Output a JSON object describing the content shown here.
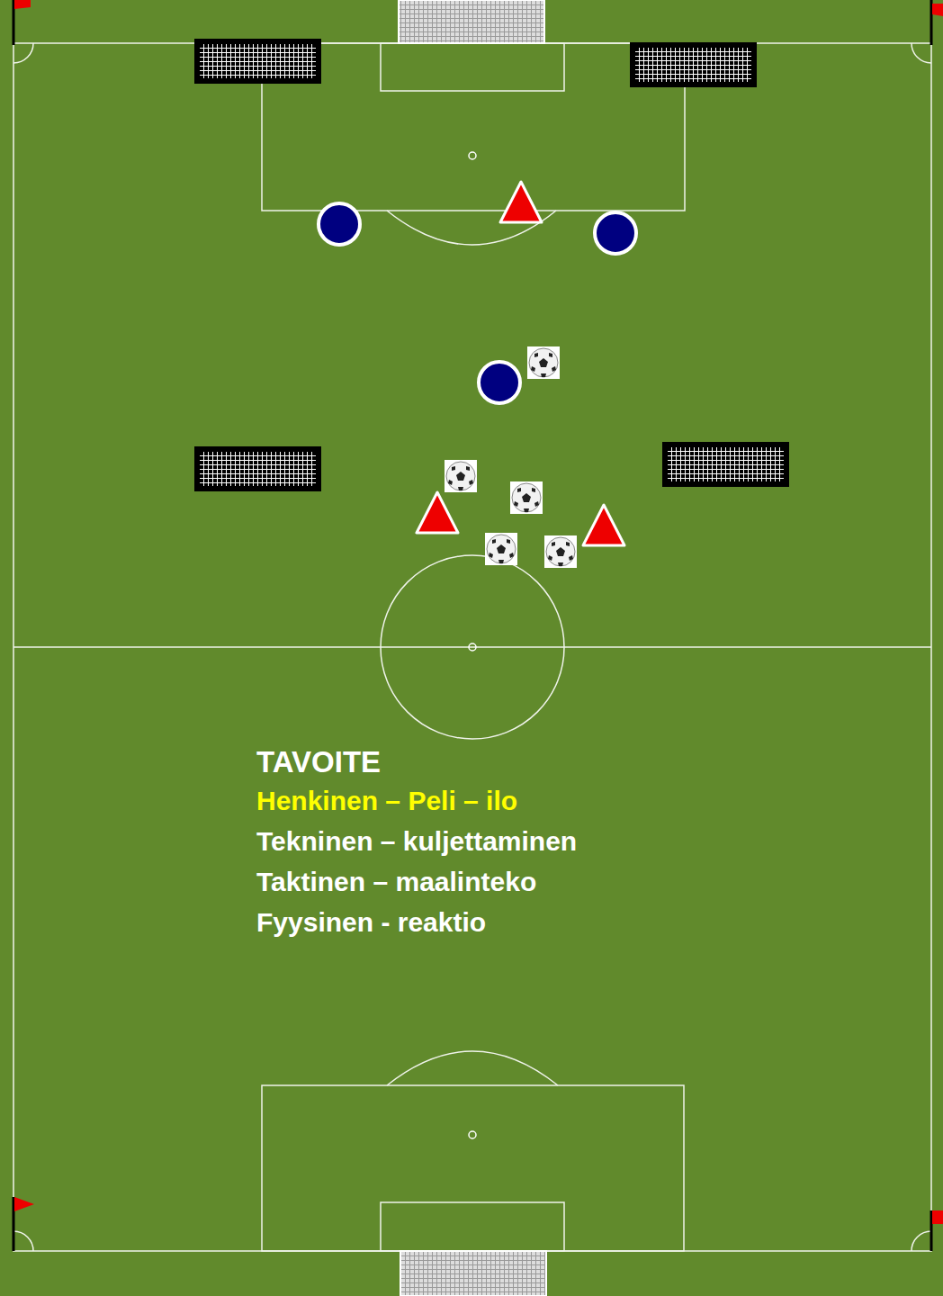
{
  "diagram": {
    "title": "TAVOITE",
    "labels": [
      "Henkinen – Peli – ilo",
      "Tekninen – kuljettaminen",
      "Taktinen – maalinteko",
      "Fyysinen - reaktio"
    ]
  }
}
